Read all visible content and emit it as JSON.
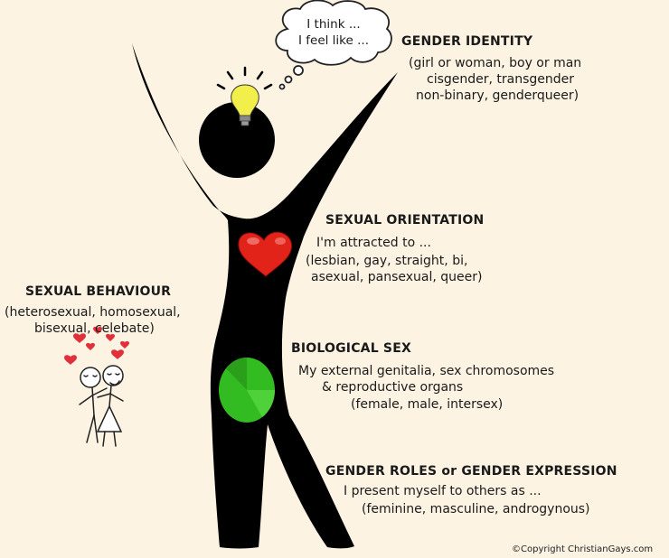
{
  "colors": {
    "background": "#fdf3e3",
    "figure": "#000000",
    "heart": "#e2231a",
    "genital_oval": "#33bb22",
    "bulb": "#f2ee4a",
    "hearts_small": "#e0303a"
  },
  "icons": [
    "thought-bubble",
    "light-bulb-icon",
    "heart-icon",
    "green-oval-icon",
    "stick-couple-icon"
  ],
  "thought_bubble": {
    "line1": "I think ...",
    "line2": "I feel like ..."
  },
  "gender_identity": {
    "heading": "GENDER IDENTITY",
    "lines": [
      "(girl or woman, boy or man",
      "cisgender, transgender",
      "non-binary, genderqueer)"
    ]
  },
  "sexual_orientation": {
    "heading": "SEXUAL ORIENTATION",
    "lines": [
      "I'm attracted to ...",
      "(lesbian, gay, straight, bi,",
      "asexual, pansexual, queer)"
    ]
  },
  "sexual_behaviour": {
    "heading": "SEXUAL BEHAVIOUR",
    "lines": [
      "(heterosexual, homosexual,",
      "bisexual, celebate)"
    ]
  },
  "biological_sex": {
    "heading": "BIOLOGICAL SEX",
    "lines": [
      "My external genitalia, sex chromosomes",
      "& reproductive organs",
      "(female, male, intersex)"
    ]
  },
  "gender_roles": {
    "heading": "GENDER ROLES or GENDER EXPRESSION",
    "lines": [
      "I present myself to others as ...",
      "(feminine, masculine, androgynous)"
    ]
  },
  "copyright": "©Copyright ChristianGays.com"
}
